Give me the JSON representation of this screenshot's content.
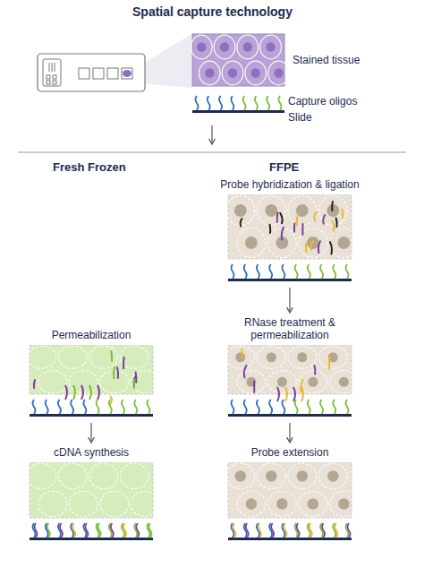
{
  "diagram": {
    "title": "Spatial capture technology",
    "nodes": [
      {
        "text": [
          "Permeabilization"
        ]
      },
      {
        "text": [
          "cDNA synthesis"
        ]
      },
      {
        "text": [
          "Probe hybridization & ligation"
        ]
      },
      {
        "text": [
          "RNase treatment & permeabilization"
        ]
      },
      {
        "text": [
          "Probe extension"
        ]
      }
    ],
    "edges": [
      {
        "from": 0,
        "to": 1,
        "arrow": "to"
      },
      {
        "from": 2,
        "to": 3,
        "arrow": "to"
      },
      {
        "from": 3,
        "to": 4,
        "arrow": "to"
      }
    ],
    "labels": [
      "Stained tissue",
      "Capture oligos",
      "Slide",
      "Fresh Frozen",
      "FFPE"
    ]
  }
}
